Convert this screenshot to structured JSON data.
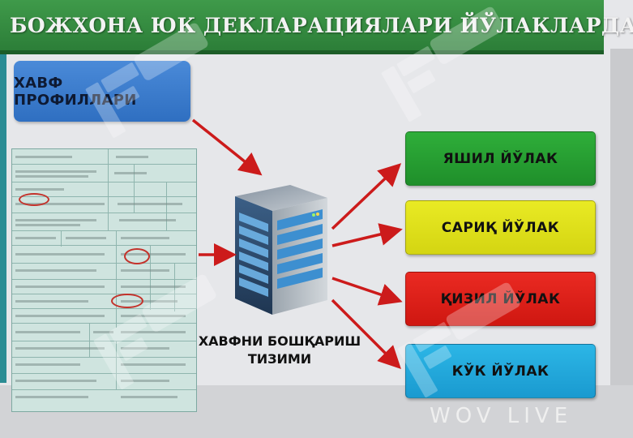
{
  "slide": {
    "title": "БОЖХОНА ЮК ДЕКЛАРАЦИЯЛАРИ ЙЎЛАКЛАРДА",
    "risk_profiles": "ХАВФ ПРОФИЛЛАРИ",
    "risk_system_line1": "ХАВФНИ БОШҚАРИШ",
    "risk_system_line2": "ТИЗИМИ",
    "lanes": [
      {
        "label": "ЯШИЛ  ЙЎЛАК",
        "color": "#21962d"
      },
      {
        "label": "САРИҚ  ЙЎЛАК",
        "color": "#dcdd18"
      },
      {
        "label": "ҚИЗИЛ  ЙЎЛАК",
        "color": "#d91a14"
      },
      {
        "label": "КЎК  ЙЎЛАК",
        "color": "#22a6da"
      }
    ],
    "bottom_faint_text": "WOV LIVE"
  },
  "colors": {
    "title_bg": "#2f8a3c",
    "profile_box": "#3a7bcc",
    "arrow": "#cc1b1b",
    "declaration_bg": "#cfe4df"
  }
}
